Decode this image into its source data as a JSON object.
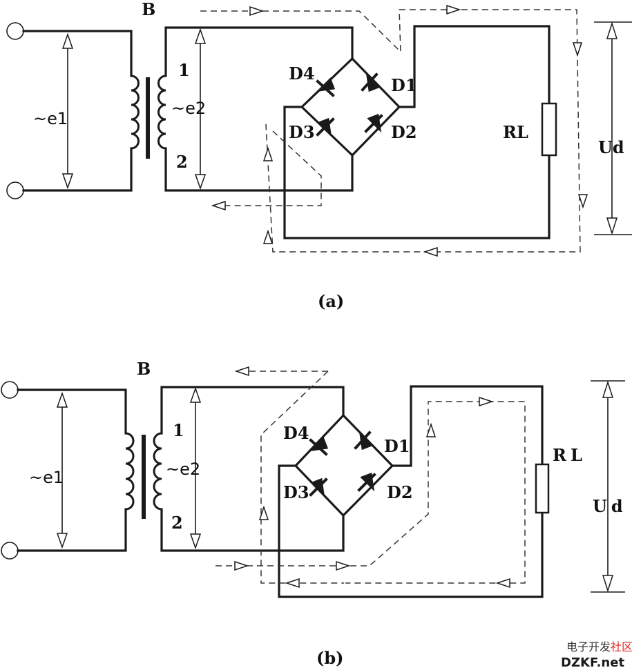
{
  "figure_a": {
    "transformer_label": "B",
    "primary_label": "~e1",
    "secondary_label": "~e2",
    "terminal_1": "1",
    "terminal_2": "2",
    "diodes": [
      "D4",
      "D1",
      "D3",
      "D2"
    ],
    "load_label": "RL",
    "output_label": "Ud",
    "caption": "(a)"
  },
  "figure_b": {
    "transformer_label": "B",
    "primary_label": "~e1",
    "secondary_label": "~e2",
    "terminal_1": "1",
    "terminal_2": "2",
    "diodes": [
      "D4",
      "D1",
      "D3",
      "D2"
    ],
    "load_label": "RL",
    "output_label": "Ud",
    "caption": "(b)"
  },
  "watermark": {
    "site_cn_black": "电子开发",
    "site_cn_red": "社区",
    "site_domain": "DZKF.net"
  }
}
